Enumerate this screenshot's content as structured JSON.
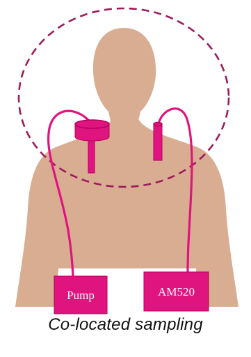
{
  "colors": {
    "skin": "#d9ad92",
    "device": "#e0147f",
    "device_edge": "#b3005f",
    "zone_outline": "#9c1b5a"
  },
  "devices": {
    "pump_label": "Pump",
    "monitor_label": "AM520"
  },
  "caption": "Co-located sampling"
}
